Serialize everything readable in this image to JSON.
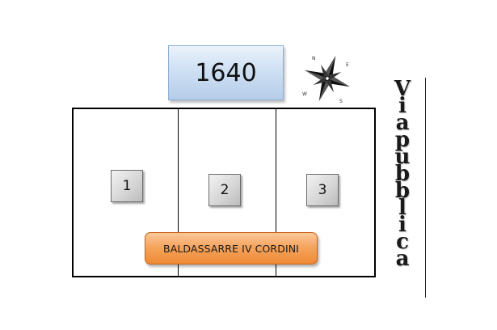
{
  "year": "1640",
  "lots": [
    "1",
    "2",
    "3"
  ],
  "owner": "BALDASSARRE IV CORDINI",
  "street": "Via pubblica",
  "compass": {
    "icon": "compass-rose-icon",
    "letters": [
      "N",
      "E",
      "S",
      "W"
    ]
  },
  "colors": {
    "year_box": "#c9dcf1",
    "owner_bar": "#f5a259",
    "lot_box": "#d4d4d4"
  }
}
